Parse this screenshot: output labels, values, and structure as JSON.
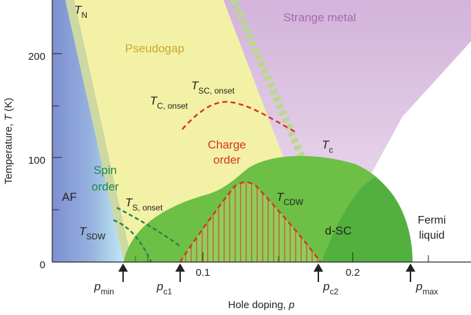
{
  "axes": {
    "x_label_main": "Hole doping, ",
    "x_label_var": "p",
    "y_label_main": "Temperature, ",
    "y_label_var": "T",
    "y_label_unit": " (K)",
    "x_ticks": [
      "0.1",
      "0.2"
    ],
    "y_ticks": [
      "0",
      "100",
      "200"
    ]
  },
  "phases": {
    "strange_metal": "Strange metal",
    "pseudogap": "Pseudogap",
    "charge_order_line1": "Charge",
    "charge_order_line2": "order",
    "spin_order_line1": "Spin",
    "spin_order_line2": "order",
    "af": "AF",
    "dsc": "d-SC",
    "fermi_liquid_line1": "Fermi",
    "fermi_liquid_line2": "liquid"
  },
  "temperature_labels": {
    "tn_main": "T",
    "tn_sub": "N",
    "tsc_onset_main": "T",
    "tsc_onset_sub": "SC, onset",
    "tc_onset_main": "T",
    "tc_onset_sub": "C, onset",
    "tc_main": "T",
    "tc_sub": "c",
    "tcdw_main": "T",
    "tcdw_sub": "CDW",
    "ts_onset_main": "T",
    "ts_onset_sub": "S, onset",
    "tsdw_main": "T",
    "tsdw_sub": "SDW"
  },
  "doping_markers": [
    {
      "main": "p",
      "sub": "min"
    },
    {
      "main": "p",
      "sub": "c1"
    },
    {
      "main": "p",
      "sub": "c2"
    },
    {
      "main": "p",
      "sub": "max"
    }
  ],
  "colors": {
    "strange_metal": "#d9b8dd",
    "pseudogap": "#f3f1a6",
    "af": "#8fa3d6",
    "dsc": "#6dbf45",
    "charge_order": "#d9322b",
    "spin_order": "#1f8a4a"
  }
}
